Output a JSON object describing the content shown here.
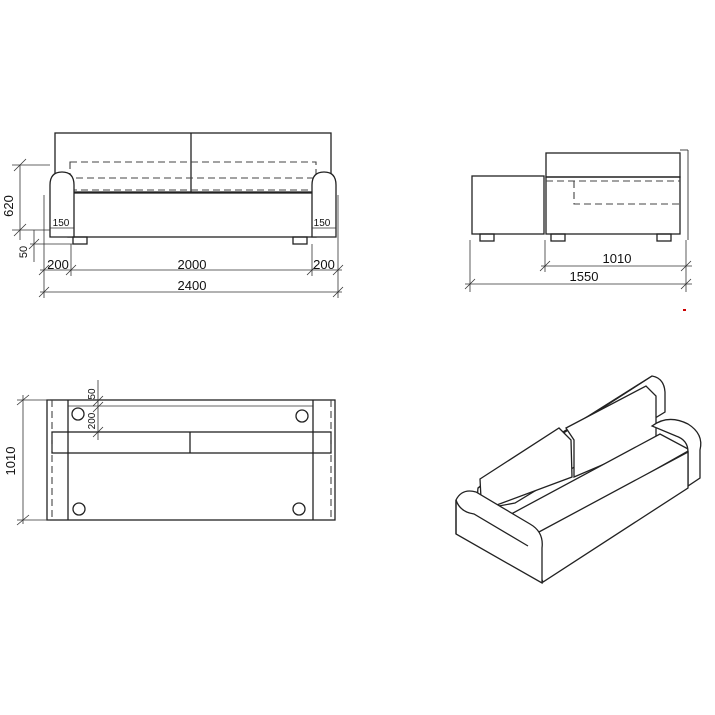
{
  "front_view": {
    "height_seat": "620",
    "height_leg": "50",
    "arm_inner_left": "150",
    "arm_inner_right": "150",
    "arm_left": "200",
    "seat_width": "2000",
    "arm_right": "200",
    "total_width": "2400"
  },
  "side_view": {
    "depth_seat": "1010",
    "depth_total": "1550"
  },
  "top_view": {
    "depth": "1010",
    "back_offset": "50",
    "back_depth": "200"
  },
  "colors": {
    "line": "#222222",
    "background": "#ffffff",
    "accent_mark": "#cc0000"
  }
}
